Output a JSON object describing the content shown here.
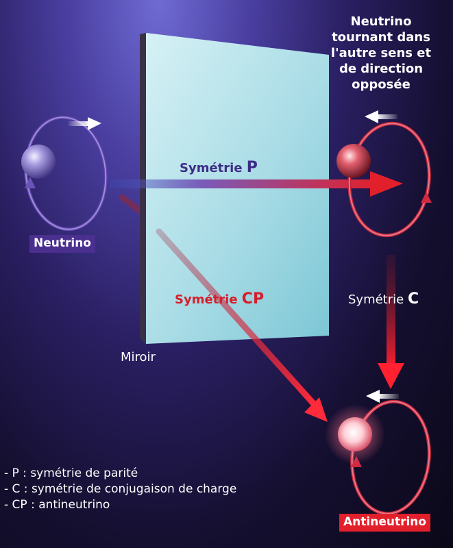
{
  "colors": {
    "neutrino": "#4b2f8f",
    "antineutrino": "#e2202b",
    "mirror": "#b4e2ea",
    "p_text": "#3d2c86",
    "cp_text": "#d71d2a"
  },
  "labels": {
    "neutrino": "Neutrino",
    "antineutrino": "Antineutrino",
    "mirror": "Miroir",
    "sym_p_prefix": "Symétrie ",
    "sym_p_letter": "P",
    "sym_cp_prefix": "Symétrie ",
    "sym_cp_letter": "CP",
    "sym_c_prefix": "Symétrie ",
    "sym_c_letter": "C"
  },
  "description": [
    "Neutrino",
    "tournant dans",
    "l'autre sens et",
    "de direction",
    "opposée"
  ],
  "legend": [
    "- P : symétrie de parité",
    "- C : symétrie de conjugaison de charge",
    "- CP : antineutrino"
  ]
}
